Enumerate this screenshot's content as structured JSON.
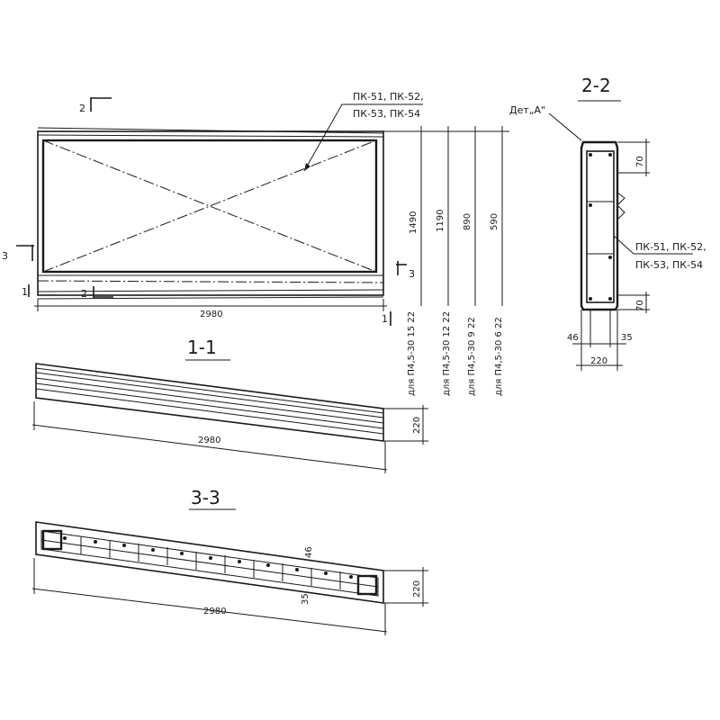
{
  "titles": {
    "section_1": "1-1",
    "section_2": "2-2",
    "section_3": "3-3"
  },
  "markers": {
    "cut2_top": "2",
    "cut2_bottom": "2",
    "cut3_left": "3",
    "cut3_right": "3",
    "cut1_left": "1",
    "cut1_right": "1"
  },
  "callouts": {
    "elevation_line1": "ПК-51, ПК-52,",
    "elevation_line2": "ПК-53, ПК-54",
    "section_line1": "ПК-51, ПК-52,",
    "section_line2": "ПК-53, ПК-54",
    "detail": "Дет„А\""
  },
  "dimensions": {
    "length_elevation": "2980",
    "length_section1": "2980",
    "length_section3": "2980",
    "thickness_1": "220",
    "thickness_3": "220",
    "thickness_2": "220",
    "heights": [
      "1490",
      "1190",
      "890",
      "590"
    ],
    "top_70": "70",
    "bottom_70": "70",
    "offset_46_left": "46",
    "offset_35_right": "35",
    "offset_46_s3": "46",
    "offset_35_s3": "35"
  },
  "variants": [
    "для П4,5-30 15 22",
    "для П4,5-30 12 22",
    "для П4,5-30 9 22",
    "для П4,5-30 6 22"
  ]
}
